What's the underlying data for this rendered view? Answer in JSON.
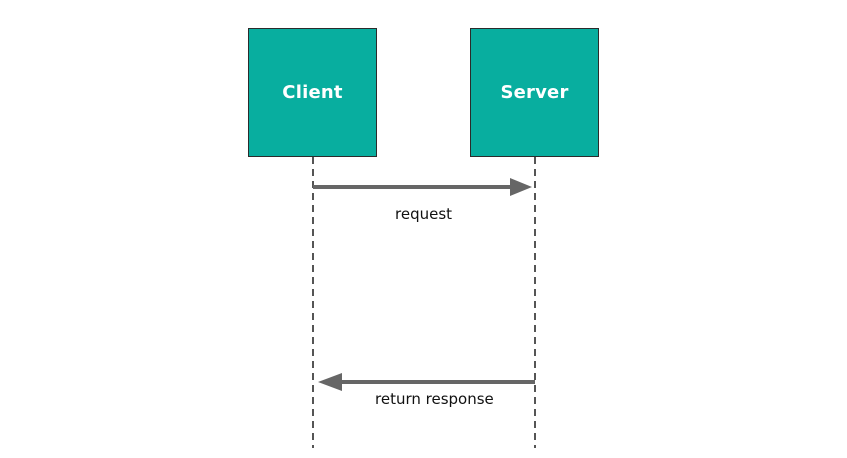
{
  "colors": {
    "actor_fill": "#08ae9f",
    "actor_border": "#2b2b2b",
    "lifeline": "#555555",
    "arrow": "#666666",
    "text": "#111111"
  },
  "actors": {
    "client": {
      "label": "Client"
    },
    "server": {
      "label": "Server"
    }
  },
  "messages": {
    "request": {
      "label": "request",
      "from": "Client",
      "to": "Server"
    },
    "response": {
      "label": "return response",
      "from": "Server",
      "to": "Client"
    }
  }
}
